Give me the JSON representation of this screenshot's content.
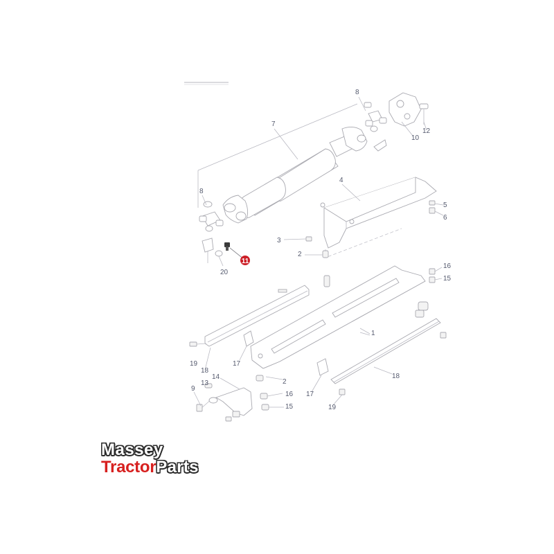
{
  "brand": {
    "line1": "Massey",
    "line2_red": "Tractor",
    "line2_white": "Parts",
    "red": "#d7201f"
  },
  "diagram": {
    "highlight_color": "#cc1f27",
    "highlighted_callout": "11",
    "callouts": {
      "c8a": "8",
      "c8b": "8",
      "c7": "7",
      "c10": "10",
      "c12": "12",
      "c4": "4",
      "c5": "5",
      "c6": "6",
      "c3": "3",
      "c2a": "2",
      "c11": "11",
      "c20": "20",
      "c16a": "16",
      "c15a": "15",
      "c1": "1",
      "c19a": "19",
      "c18a": "18",
      "c17a": "17",
      "c2b": "2",
      "c14": "14",
      "c13": "13",
      "c9": "9",
      "c16b": "16",
      "c15b": "15",
      "c17b": "17",
      "c18b": "18",
      "c19b": "19"
    }
  }
}
